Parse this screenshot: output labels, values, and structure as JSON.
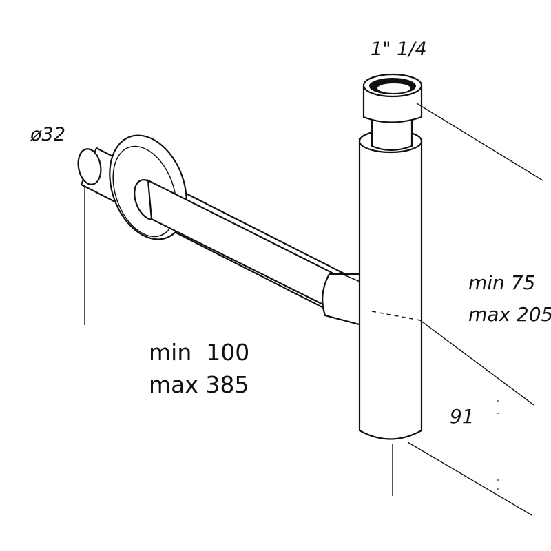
{
  "diagram": {
    "labels": {
      "diameter": "ø32",
      "thread": "1\" 1/4",
      "horizontal_range_min": "min  100",
      "horizontal_range_max": "max 385",
      "vertical_range_min": "min 75",
      "vertical_range_max": "max 205",
      "depth": "91"
    }
  }
}
